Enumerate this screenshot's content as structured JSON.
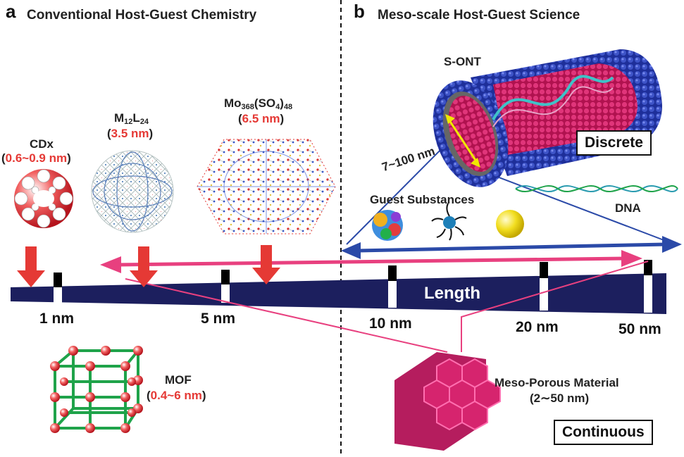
{
  "panel_a": {
    "letter": "a",
    "title": "Conventional Host-Guest Chemistry",
    "cdx": {
      "name": "CDx",
      "size": "0.6~0.9 nm"
    },
    "m12l24": {
      "name_base": "M",
      "name_sub1": "12",
      "name_mid": "L",
      "name_sub2": "24",
      "size": "3.5 nm"
    },
    "mo368": {
      "name_base": "Mo",
      "name_sub1": "368",
      "name_mid": "(SO",
      "name_sub2": "4",
      "name_end": ")",
      "name_sub3": "48",
      "size": "6.5 nm"
    },
    "mof": {
      "name": "MOF",
      "size": "0.4~6 nm"
    }
  },
  "panel_b": {
    "letter": "b",
    "title": "Meso-scale Host-Guest Science",
    "sont": "S-ONT",
    "diameter": "7~100 nm",
    "discrete": "Discrete",
    "dna": "DNA",
    "guest": "Guest Substances",
    "meso": {
      "name": "Meso-Porous Material",
      "size": "(2∼50 nm)"
    },
    "continuous": "Continuous"
  },
  "scale": {
    "label": "Length",
    "ticks": [
      "1 nm",
      "5 nm",
      "10 nm",
      "20 nm",
      "50 nm"
    ]
  },
  "colors": {
    "red": "#e53935",
    "navy": "#1c1f5e",
    "pink": "#e8407f",
    "blue": "#2b4aa8",
    "green": "#1fa34a"
  }
}
